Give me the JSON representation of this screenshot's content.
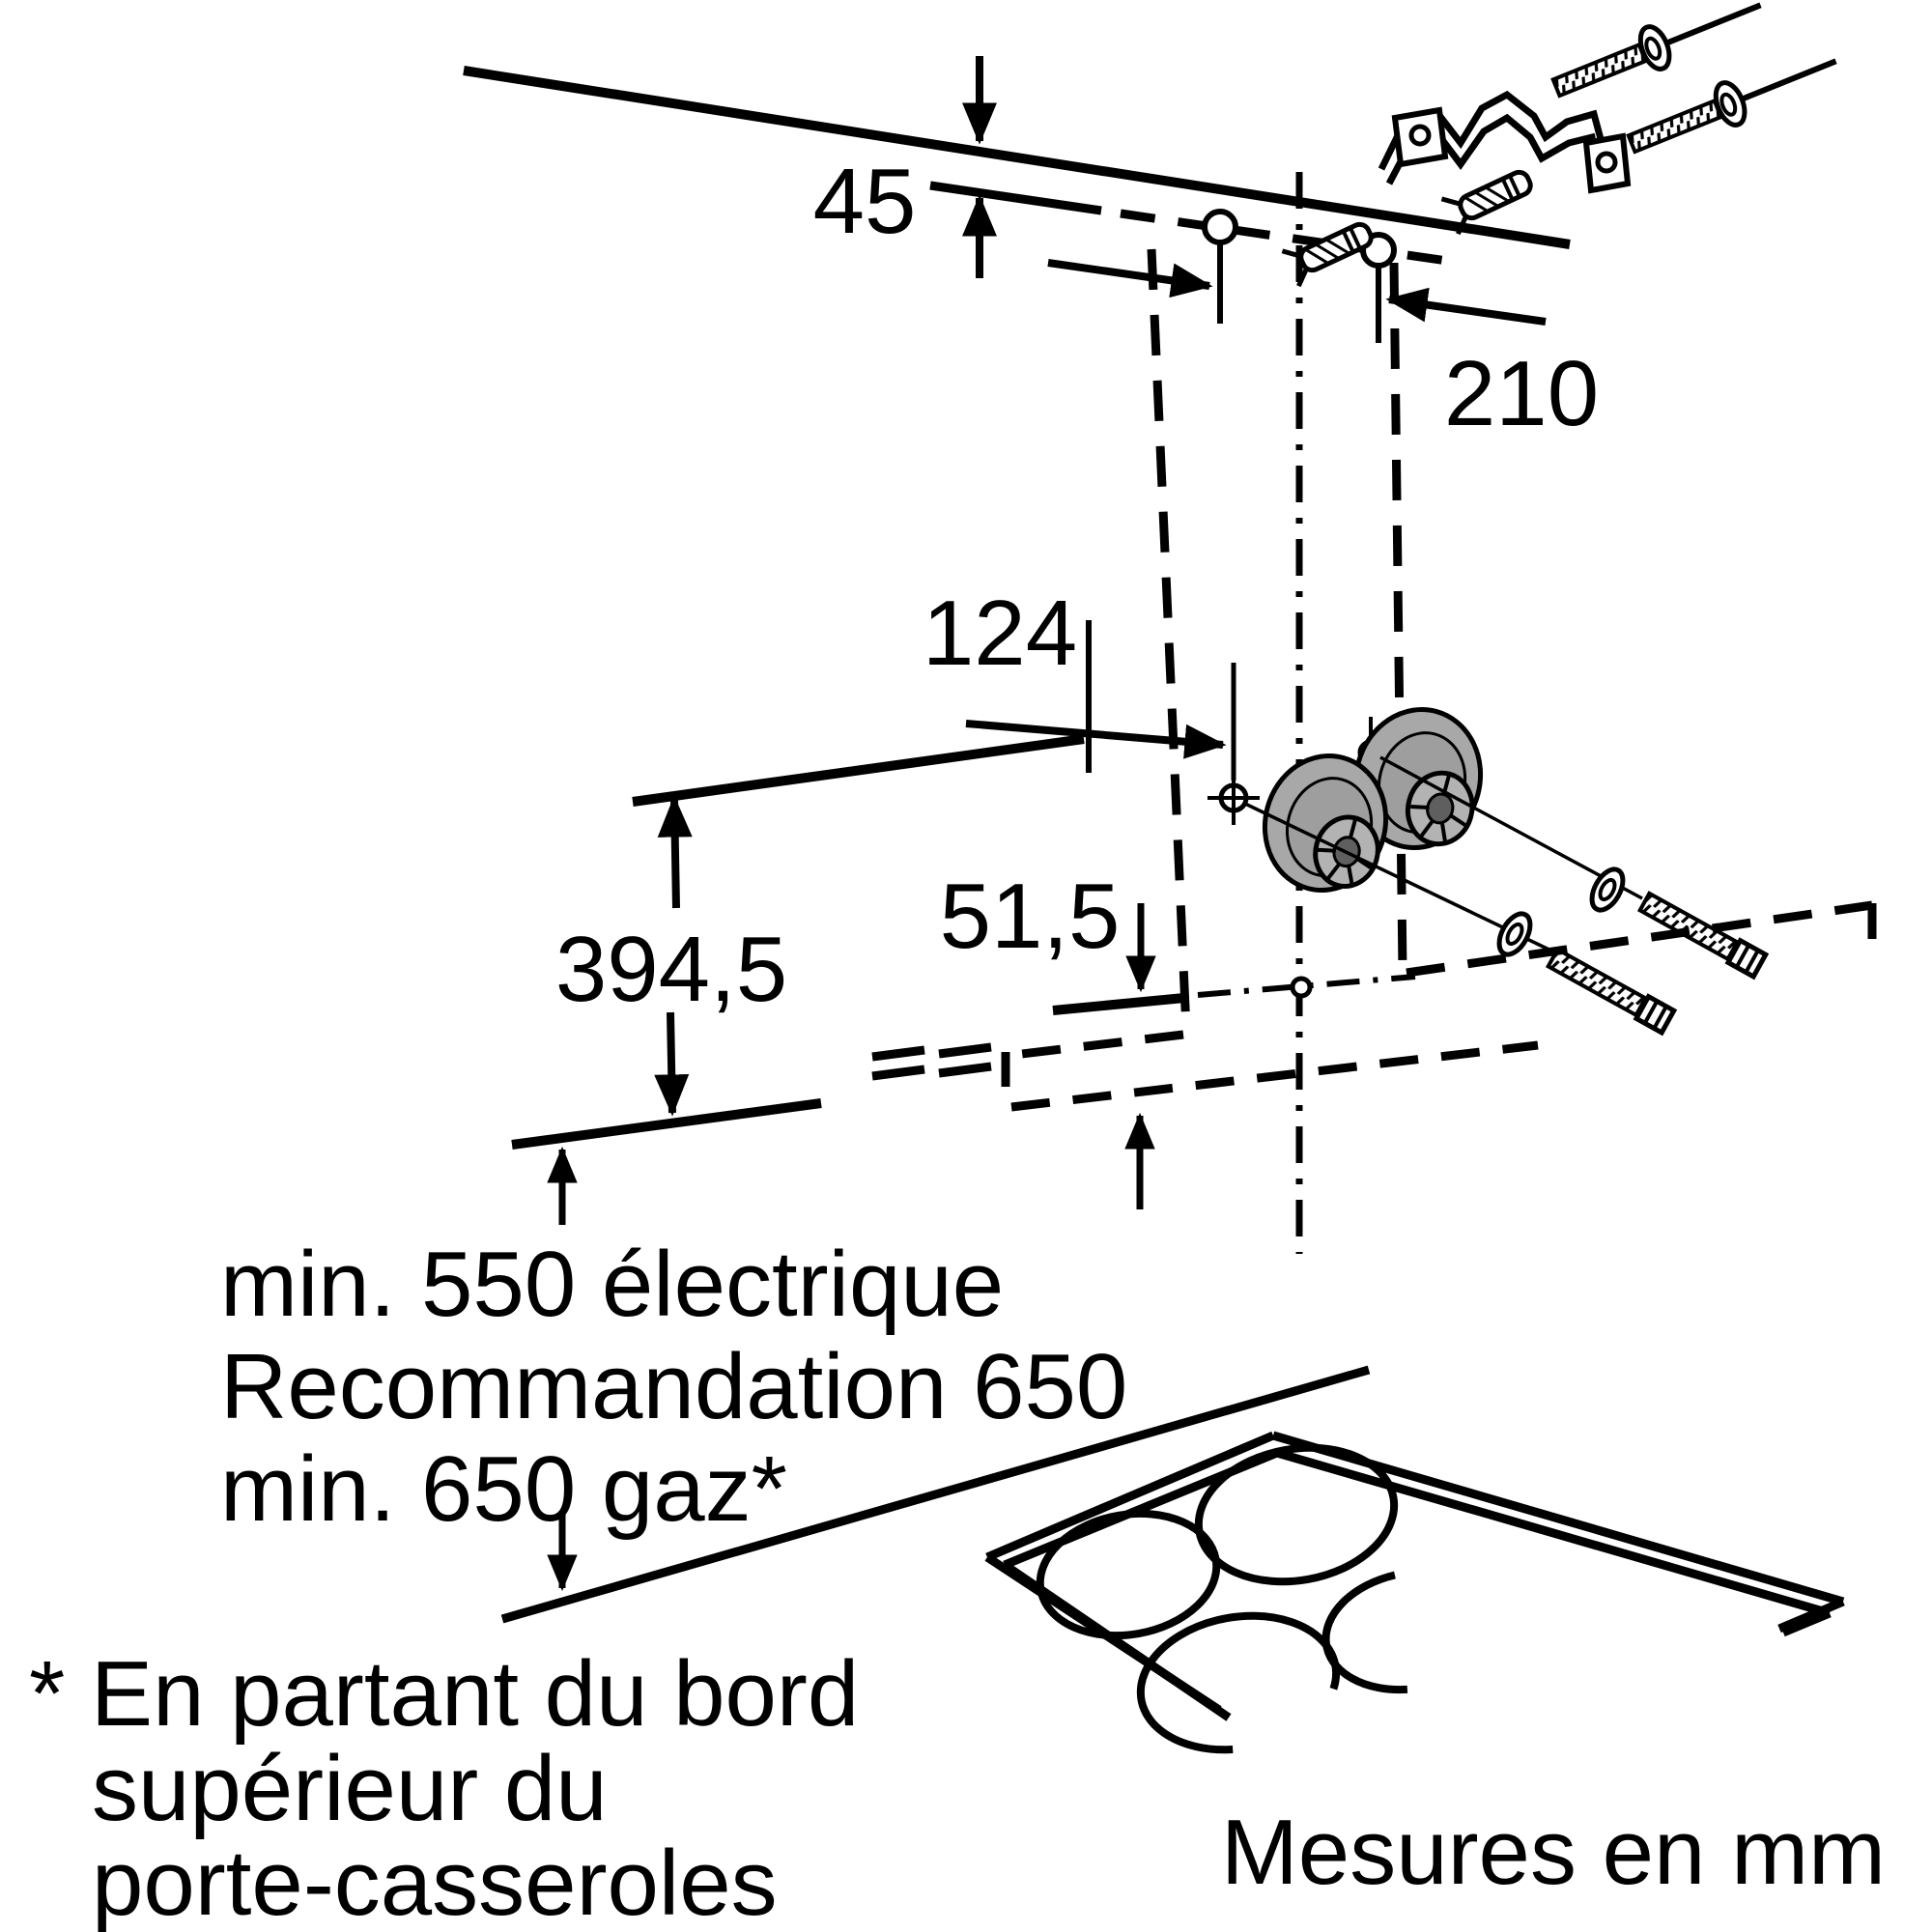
{
  "diagram": {
    "dimensions": {
      "wall_offset": "45",
      "hole_spacing": "210",
      "lower_hole_offset": "124",
      "chimney_height": "394,5",
      "bottom_offset": "51,5"
    },
    "clearances": {
      "line1": "min. 550 électrique",
      "line2": "Recommandation 650",
      "line3": "min. 650 gaz*"
    },
    "footnote": {
      "line1": "* En partant du bord",
      "line2": "supérieur du",
      "line3": "porte-casseroles"
    },
    "units_note": "Mesures en mm"
  },
  "colors": {
    "line": "#000000",
    "background": "#ffffff",
    "cone_flange": "#a8a8a8",
    "cone_face": "#b3b3b3",
    "cone_center": "#5f5f5f"
  }
}
